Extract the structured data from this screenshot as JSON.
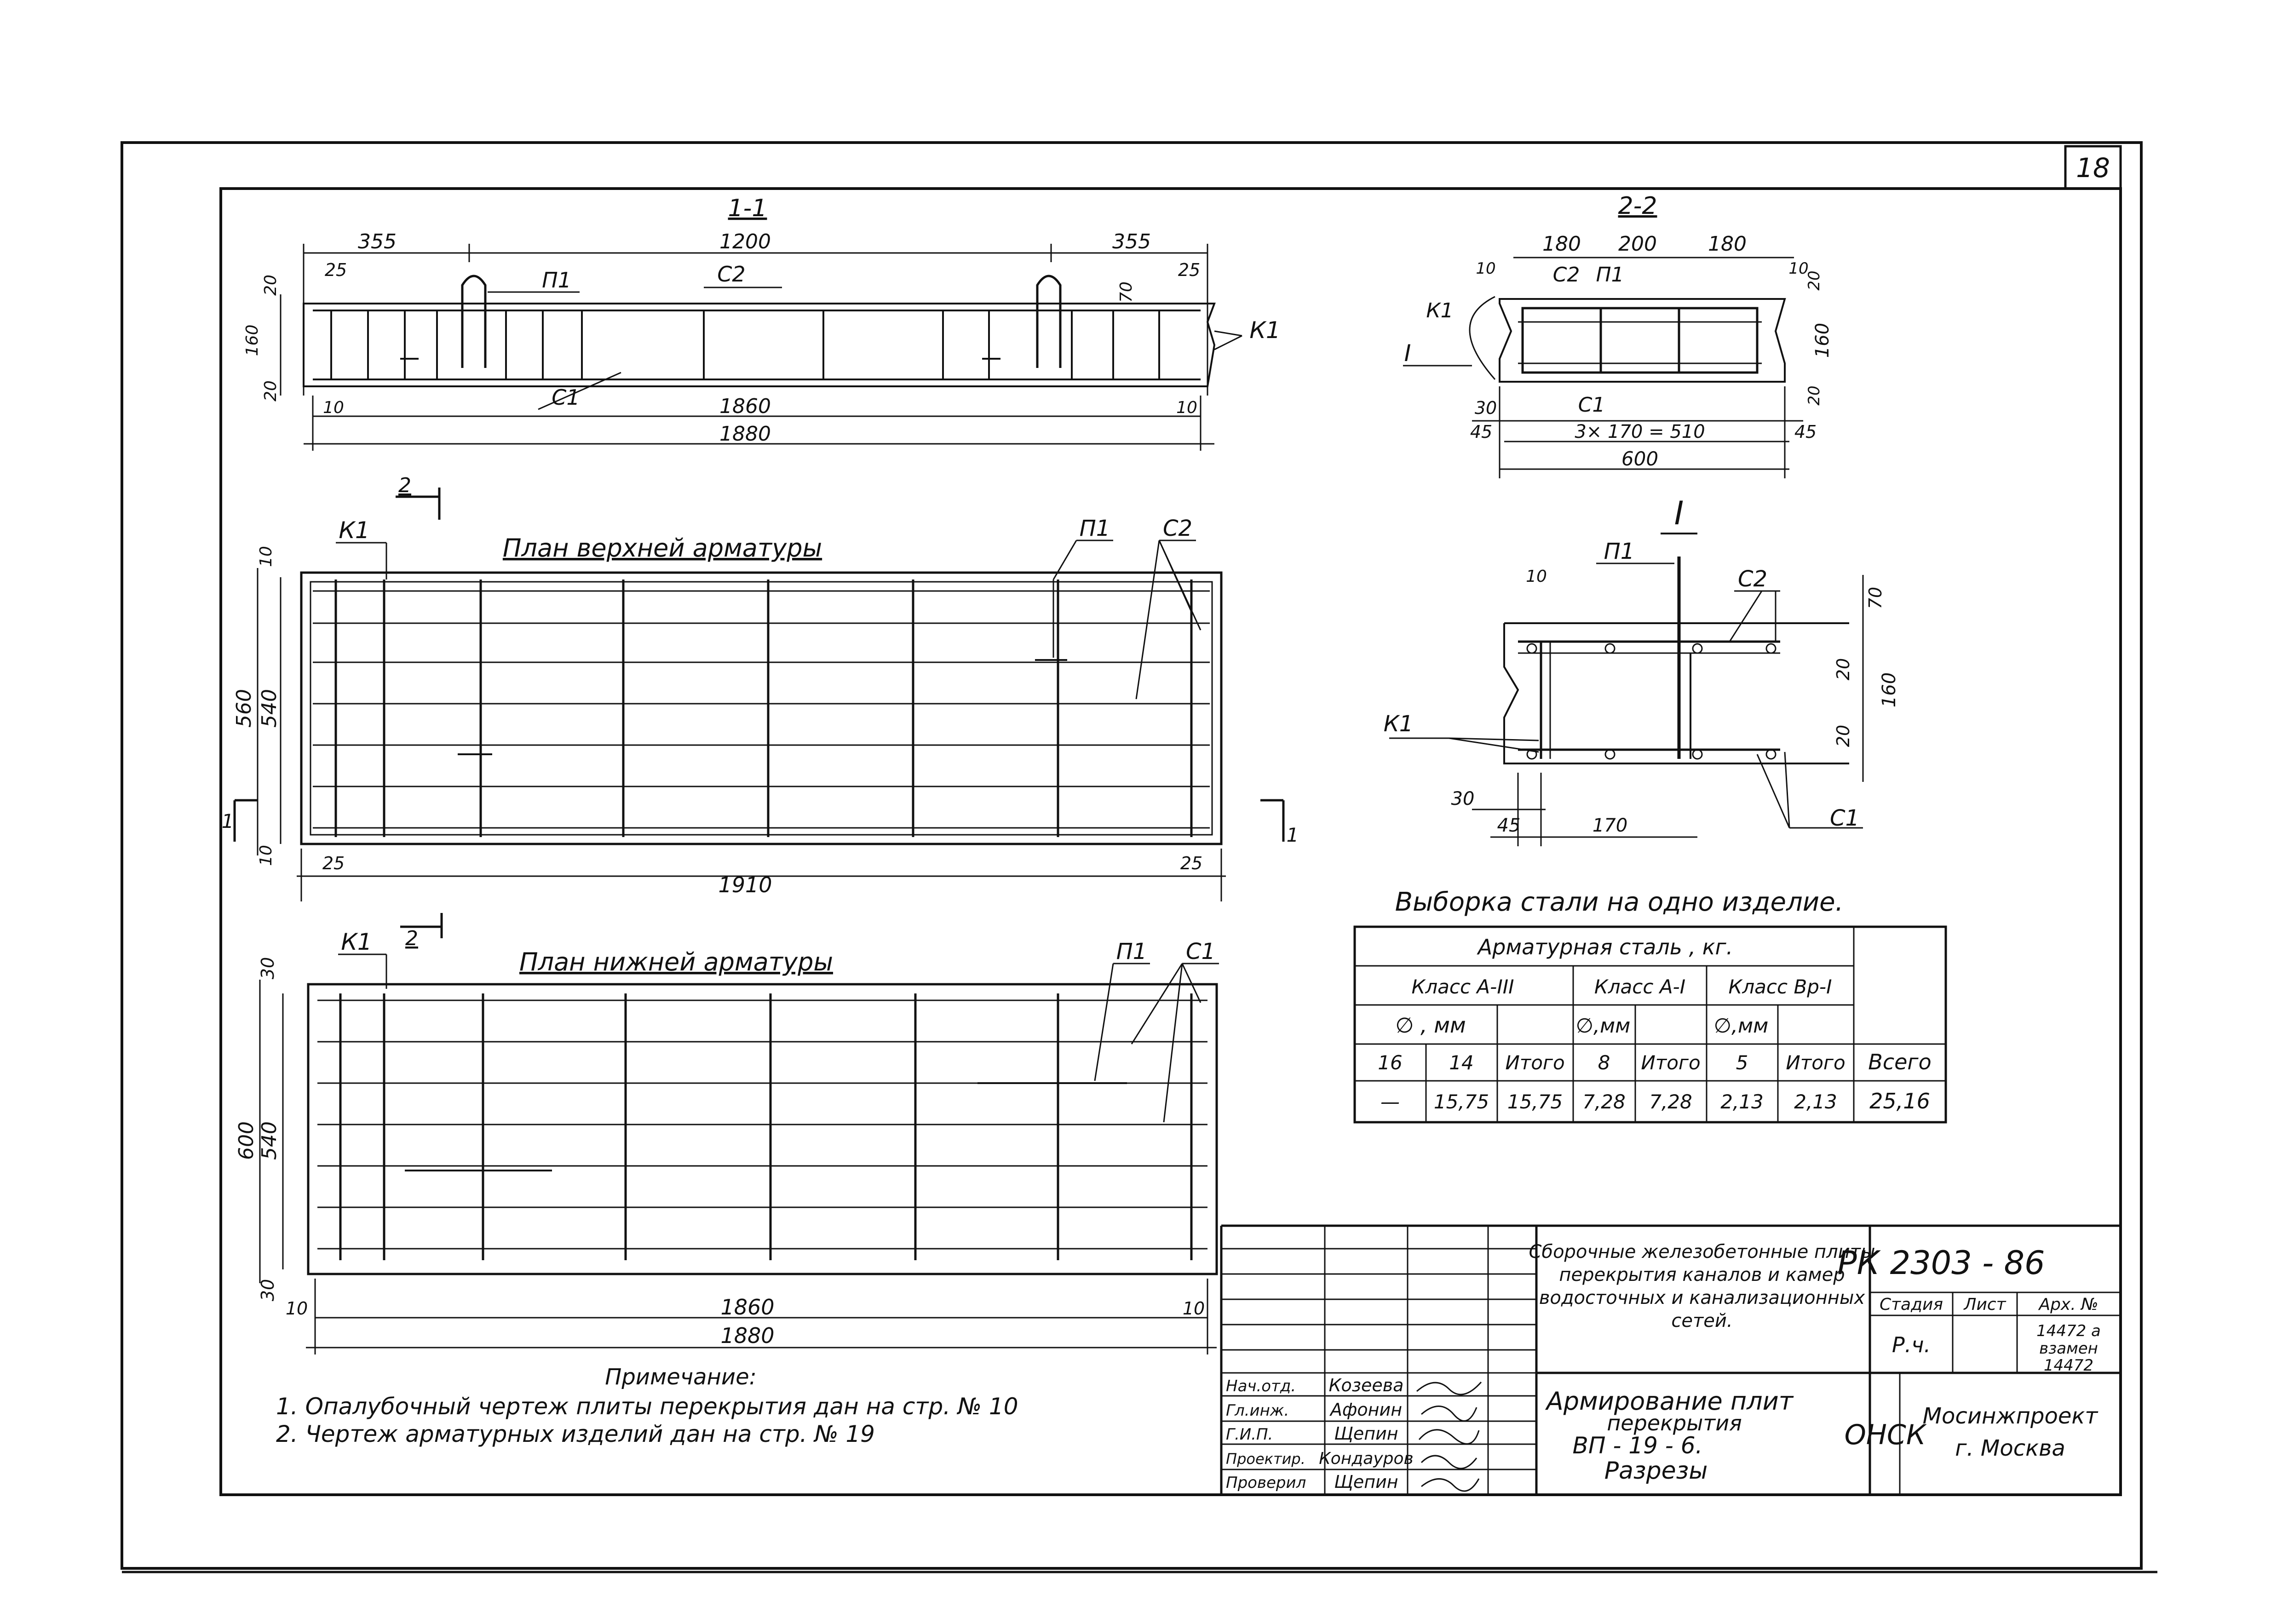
{
  "sheet": {
    "number": "18"
  },
  "section_1_1": {
    "title": "1-1",
    "dim_top_left": "355",
    "dim_top_mid": "1200",
    "dim_top_right": "355",
    "dim_left_25": "25",
    "dim_right_25": "25",
    "dim_70": "70",
    "dim_20_top": "20",
    "dim_160": "160",
    "dim_20_bottom": "20",
    "dim_10_left": "10",
    "dim_1860": "1860",
    "dim_10_right": "10",
    "dim_1880": "1880",
    "label_p1": "П1",
    "label_c2": "С2",
    "label_c1": "С1",
    "label_k1": "К1"
  },
  "section_2_2": {
    "title": "2-2",
    "dim_180_left": "180",
    "dim_200": "200",
    "dim_180_right": "180",
    "dim_10_left": "10",
    "dim_10_right": "10",
    "dim_20_top": "20",
    "dim_160": "160",
    "dim_20_bottom": "20",
    "dim_30": "30",
    "dim_45_left": "45",
    "dim_3x170": "3× 170 = 510",
    "dim_45_right": "45",
    "dim_600": "600",
    "label_k1": "К1",
    "label_c2": "С2",
    "label_p1": "П1",
    "label_c1": "С1",
    "label_node": "I"
  },
  "detail_I": {
    "title": "I",
    "label_p1": "П1",
    "label_c2": "С2",
    "label_k1": "К1",
    "label_c1": "С1",
    "dim_10": "10",
    "dim_70": "70",
    "dim_20_top": "20",
    "dim_160": "160",
    "dim_20_bottom": "20",
    "dim_30": "30",
    "dim_45": "45",
    "dim_170": "170"
  },
  "top_plan": {
    "title": "План верхней арматуры",
    "label_k1": "К1",
    "label_p1": "П1",
    "label_c2": "С2",
    "cut_2": "2",
    "cut_1_left": "1",
    "cut_1_right": "1",
    "dim_10_top": "10",
    "dim_560": "560",
    "dim_540": "540",
    "dim_10_bottom": "10",
    "dim_25_left": "25",
    "dim_1910": "1910",
    "dim_25_right": "25"
  },
  "bottom_plan": {
    "title": "План нижней арматуры",
    "label_k1": "К1",
    "label_p1": "П1",
    "label_c1": "С1",
    "cut_2": "2",
    "dim_30_top": "30",
    "dim_600": "600",
    "dim_540": "540",
    "dim_30_bottom": "30",
    "dim_10_left": "10",
    "dim_1860": "1860",
    "dim_10_right": "10",
    "dim_1880": "1880"
  },
  "steel_table": {
    "caption": "Выборка стали на одно изделие.",
    "head_group": "Арматурная сталь , кг.",
    "class_a3": "Класс А-III",
    "class_a1": "Класс А-I",
    "class_bp1": "Класс Вр-I",
    "diam_mm": "∅ , мм",
    "diam_mm_short": "∅,мм",
    "total": "Итого",
    "grand_total": "Всего",
    "diameters": [
      "16",
      "14",
      "8",
      "5"
    ],
    "values": [
      "—",
      "15,75",
      "15,75",
      "7,28",
      "7,28",
      "2,13",
      "2,13",
      "25,16"
    ]
  },
  "notes": {
    "title": "Примечание:",
    "items": [
      "1. Опалубочный чертеж плиты перекрытия дан на стр. № 10",
      "2. Чертеж арматурных изделий дан на стр. № 19"
    ]
  },
  "title_block": {
    "roles": [
      "Нач.отд.",
      "Гл.инж.",
      "Г.И.П.",
      "Проектир.",
      "Проверил"
    ],
    "names": [
      "Козеева",
      "Афонин",
      "Щепин",
      "Кондауров",
      "Щепин"
    ],
    "project_lines": [
      "Сборочные железобетонные плиты",
      "перекрытия каналов и камер",
      "водосточных и канализационных",
      "сетей."
    ],
    "doc_code": "РК 2303 - 86",
    "col_stage": "Стадия",
    "col_sheet": "Лист",
    "col_archive": "Арх. №",
    "stage_value": "Р.ч.",
    "archive_lines": [
      "14472 а",
      "взамен",
      "14472"
    ],
    "drawing_lines": [
      "Армирование плит",
      "перекрытия",
      "ВП - 19 - 6.",
      "Разрезы"
    ],
    "org_short": "ОНСК",
    "org_lines": [
      "Мосинжпроект",
      "г. Москва"
    ]
  }
}
